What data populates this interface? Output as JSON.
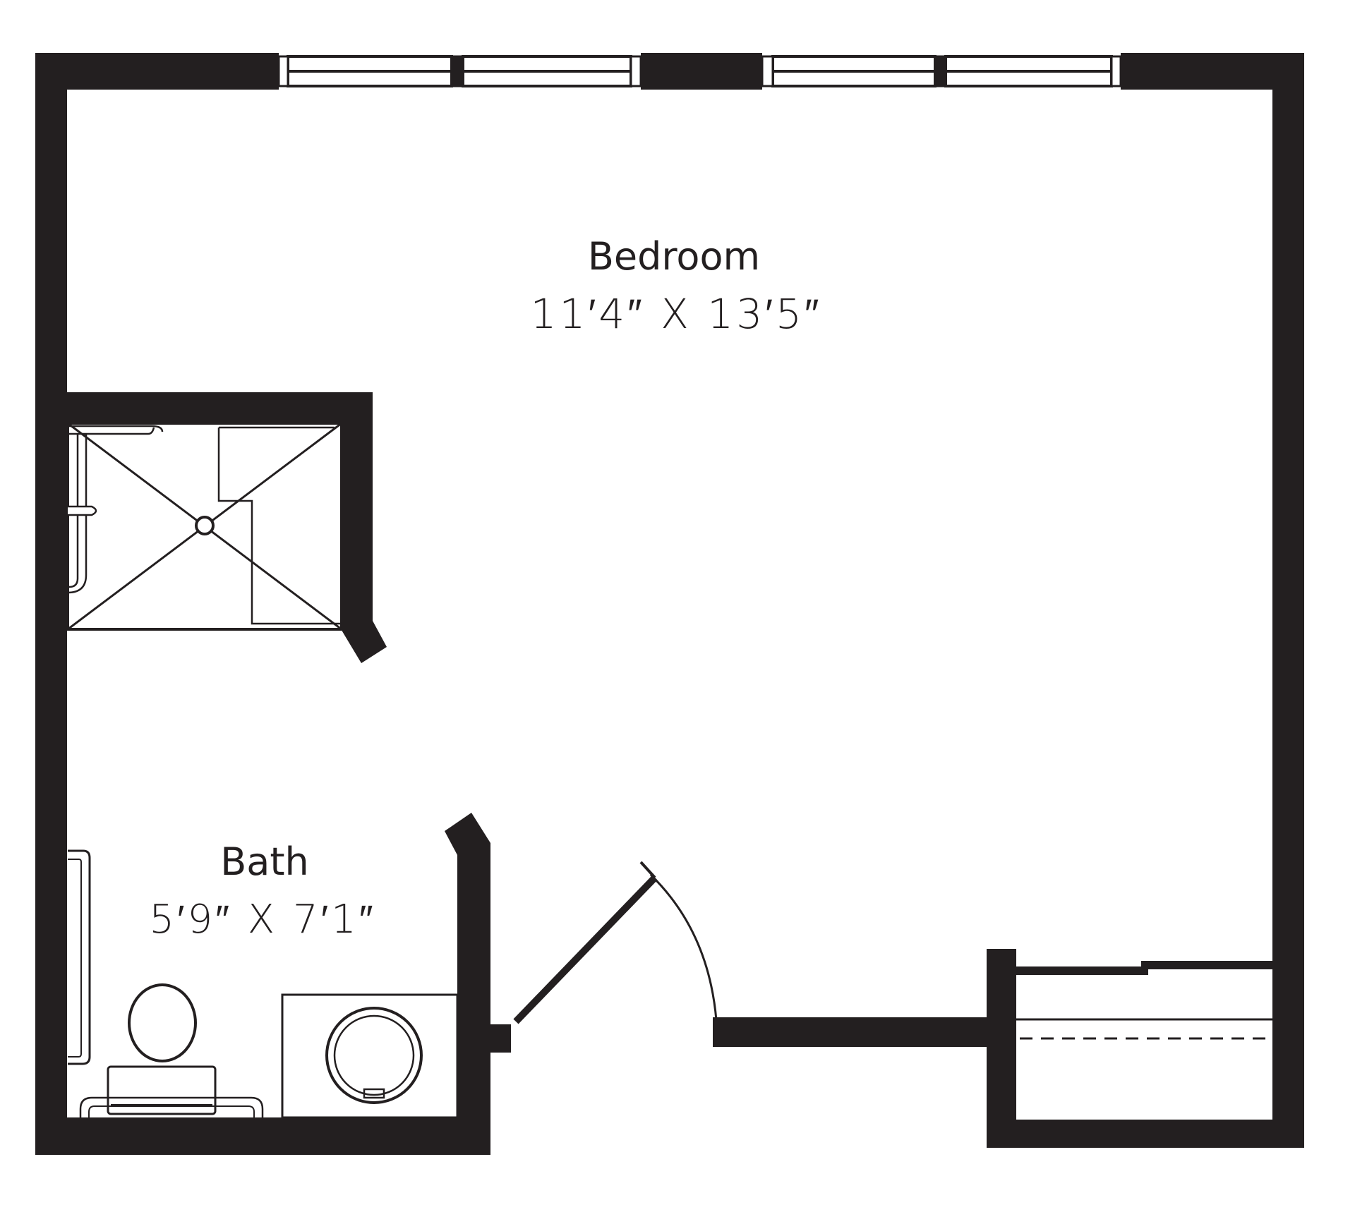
{
  "colors": {
    "wall": "#231f20",
    "background": "#ffffff",
    "line": "#231f20"
  },
  "rooms": {
    "bedroom": {
      "name": "Bedroom",
      "dimensions": "11′4″ X 13′5″"
    },
    "bath": {
      "name": "Bath",
      "dimensions": "5′9″ X 7′1″"
    }
  },
  "icons": {
    "shower": "shower-icon",
    "toilet": "toilet-icon",
    "sink": "sink-icon",
    "door": "door-swing-icon",
    "window": "window-icon",
    "closet": "closet-icon",
    "grab_bar": "grab-bar-icon"
  }
}
